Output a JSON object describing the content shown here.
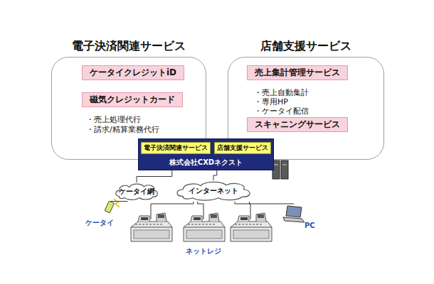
{
  "diagram": {
    "nodes": [
      {
        "text": [
          "電子決済関連サービス",
          "・売上処理代行",
          "・請求/精算業務代行"
        ]
      },
      {
        "text": [
          "ケータイクレジットiD"
        ],
        "in": 0
      },
      {
        "text": [
          "磁気クレジットカード"
        ],
        "in": 0
      },
      {
        "text": [
          "店舗支援サービス",
          "・売上自動集計",
          "・専用HP",
          "・ケータイ配信"
        ]
      },
      {
        "text": [
          "売上集計管理サービス"
        ],
        "in": 3
      },
      {
        "text": [
          "スキャニングサービス"
        ],
        "in": 3
      },
      {
        "text": [
          "株式会社CXDネクスト"
        ]
      },
      {
        "text": [
          "電子決済関連サービス"
        ],
        "in": 6
      },
      {
        "text": [
          "店舗支援サービス"
        ],
        "in": 6
      },
      {
        "text": [
          "ケータイ網"
        ]
      },
      {
        "text": [
          "インターネット"
        ]
      },
      {
        "text": [
          "ケータイ"
        ]
      },
      {
        "text": [
          "ネットレジ"
        ]
      },
      {
        "text": [
          "PC"
        ]
      }
    ],
    "edges": [
      {
        "from": 6,
        "to": 9,
        "arrow": "none"
      },
      {
        "from": 6,
        "to": 10,
        "arrow": "none"
      },
      {
        "from": 9,
        "to": 11,
        "arrow": "none"
      },
      {
        "from": 10,
        "to": 12,
        "arrow": "none"
      },
      {
        "from": 10,
        "to": 13,
        "arrow": "none"
      }
    ],
    "labels": [
      "iD"
    ]
  }
}
